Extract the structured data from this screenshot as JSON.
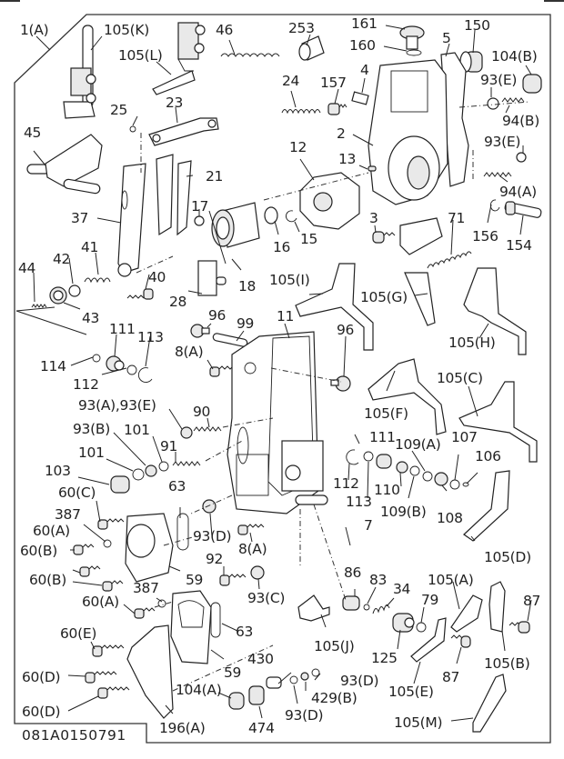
{
  "diagram": {
    "title": "Injection pump governor parts exploded view",
    "drawing_code": "081A0150791",
    "callouts": [
      {
        "id": "c1a",
        "text": "1(A)"
      },
      {
        "id": "c105k",
        "text": "105(K)"
      },
      {
        "id": "c105l",
        "text": "105(L)"
      },
      {
        "id": "c46",
        "text": "46"
      },
      {
        "id": "c253",
        "text": "253"
      },
      {
        "id": "c161",
        "text": "161"
      },
      {
        "id": "c160",
        "text": "160"
      },
      {
        "id": "c150",
        "text": "150"
      },
      {
        "id": "c5",
        "text": "5"
      },
      {
        "id": "c104b",
        "text": "104(B)"
      },
      {
        "id": "c24",
        "text": "24"
      },
      {
        "id": "c157",
        "text": "157"
      },
      {
        "id": "c4",
        "text": "4"
      },
      {
        "id": "c93e1",
        "text": "93(E)"
      },
      {
        "id": "c94b",
        "text": "94(B)"
      },
      {
        "id": "c25",
        "text": "25"
      },
      {
        "id": "c23",
        "text": "23"
      },
      {
        "id": "c2",
        "text": "2"
      },
      {
        "id": "c93e2",
        "text": "93(E)"
      },
      {
        "id": "c45",
        "text": "45"
      },
      {
        "id": "c12",
        "text": "12"
      },
      {
        "id": "c13",
        "text": "13"
      },
      {
        "id": "c21",
        "text": "21"
      },
      {
        "id": "c94a",
        "text": "94(A)"
      },
      {
        "id": "c37",
        "text": "37"
      },
      {
        "id": "c17",
        "text": "17"
      },
      {
        "id": "c3",
        "text": "3"
      },
      {
        "id": "c71",
        "text": "71"
      },
      {
        "id": "c156",
        "text": "156"
      },
      {
        "id": "c154",
        "text": "154"
      },
      {
        "id": "c16",
        "text": "16"
      },
      {
        "id": "c15",
        "text": "15"
      },
      {
        "id": "c41",
        "text": "41"
      },
      {
        "id": "c42",
        "text": "42"
      },
      {
        "id": "c44",
        "text": "44"
      },
      {
        "id": "c40",
        "text": "40"
      },
      {
        "id": "c18",
        "text": "18"
      },
      {
        "id": "c28",
        "text": "28"
      },
      {
        "id": "c43",
        "text": "43"
      },
      {
        "id": "c105i",
        "text": "105(I)"
      },
      {
        "id": "c105g",
        "text": "105(G)"
      },
      {
        "id": "c105h",
        "text": "105(H)"
      },
      {
        "id": "c96a",
        "text": "96"
      },
      {
        "id": "c99",
        "text": "99"
      },
      {
        "id": "c11",
        "text": "11"
      },
      {
        "id": "c111a",
        "text": "111"
      },
      {
        "id": "c113a",
        "text": "113"
      },
      {
        "id": "c8a1",
        "text": "8(A)"
      },
      {
        "id": "c114",
        "text": "114"
      },
      {
        "id": "c112a",
        "text": "112"
      },
      {
        "id": "c96b",
        "text": "96"
      },
      {
        "id": "c105c",
        "text": "105(C)"
      },
      {
        "id": "c93ae",
        "text": "93(A),93(E)"
      },
      {
        "id": "c90",
        "text": "90"
      },
      {
        "id": "c105f",
        "text": "105(F)"
      },
      {
        "id": "c93b",
        "text": "93(B)"
      },
      {
        "id": "c101a",
        "text": "101"
      },
      {
        "id": "c91",
        "text": "91"
      },
      {
        "id": "c111b",
        "text": "111"
      },
      {
        "id": "c109a",
        "text": "109(A)"
      },
      {
        "id": "c107",
        "text": "107"
      },
      {
        "id": "c101b",
        "text": "101"
      },
      {
        "id": "c106",
        "text": "106"
      },
      {
        "id": "c103",
        "text": "103"
      },
      {
        "id": "c112b",
        "text": "112"
      },
      {
        "id": "c110",
        "text": "110"
      },
      {
        "id": "c113b",
        "text": "113"
      },
      {
        "id": "c109b",
        "text": "109(B)"
      },
      {
        "id": "c108",
        "text": "108"
      },
      {
        "id": "c63a",
        "text": "63"
      },
      {
        "id": "c60c",
        "text": "60(C)"
      },
      {
        "id": "c387a",
        "text": "387"
      },
      {
        "id": "c93d1",
        "text": "93(D)"
      },
      {
        "id": "c7",
        "text": "7"
      },
      {
        "id": "c60a1",
        "text": "60(A)"
      },
      {
        "id": "c8a2",
        "text": "8(A)"
      },
      {
        "id": "c60b1",
        "text": "60(B)"
      },
      {
        "id": "c105d",
        "text": "105(D)"
      },
      {
        "id": "c92",
        "text": "92"
      },
      {
        "id": "c60b2",
        "text": "60(B)"
      },
      {
        "id": "c59a",
        "text": "59"
      },
      {
        "id": "c93c",
        "text": "93(C)"
      },
      {
        "id": "c86",
        "text": "86"
      },
      {
        "id": "c83",
        "text": "83"
      },
      {
        "id": "c34",
        "text": "34"
      },
      {
        "id": "c105a",
        "text": "105(A)"
      },
      {
        "id": "c387b",
        "text": "387"
      },
      {
        "id": "c60a2",
        "text": "60(A)"
      },
      {
        "id": "c79",
        "text": "79"
      },
      {
        "id": "c87a",
        "text": "87"
      },
      {
        "id": "c63b",
        "text": "63"
      },
      {
        "id": "c105j",
        "text": "105(J)"
      },
      {
        "id": "c125",
        "text": "125"
      },
      {
        "id": "c60e",
        "text": "60(E)"
      },
      {
        "id": "c430",
        "text": "430"
      },
      {
        "id": "c105b",
        "text": "105(B)"
      },
      {
        "id": "c87b",
        "text": "87"
      },
      {
        "id": "c59b",
        "text": "59"
      },
      {
        "id": "c93d2",
        "text": "93(D)"
      },
      {
        "id": "c60d1",
        "text": "60(D)"
      },
      {
        "id": "c104a",
        "text": "104(A)"
      },
      {
        "id": "c429b",
        "text": "429(B)"
      },
      {
        "id": "c105e",
        "text": "105(E)"
      },
      {
        "id": "c93d3",
        "text": "93(D)"
      },
      {
        "id": "c60d2",
        "text": "60(D)"
      },
      {
        "id": "c196a",
        "text": "196(A)"
      },
      {
        "id": "c474",
        "text": "474"
      },
      {
        "id": "c105m",
        "text": "105(M)"
      }
    ]
  }
}
